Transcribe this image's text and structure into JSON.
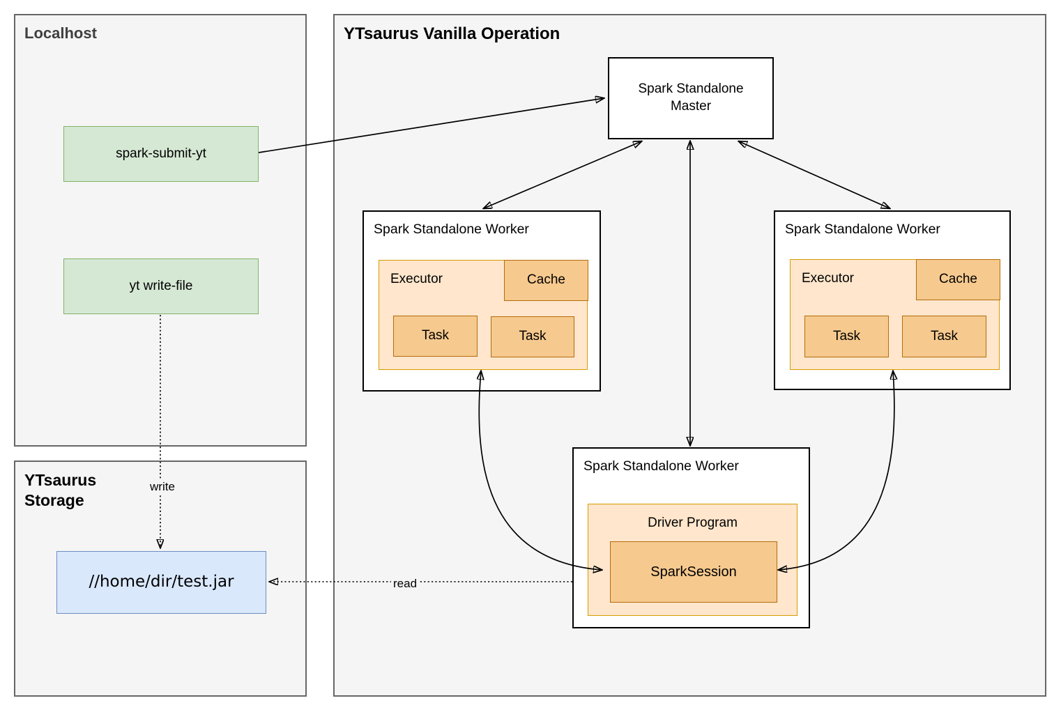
{
  "containers": {
    "localhost": {
      "title": "Localhost"
    },
    "storage": {
      "title": "YTsaurus Storage"
    },
    "operation": {
      "title": "YTsaurus Vanilla Operation"
    }
  },
  "localhost_nodes": {
    "spark_submit": {
      "label": "spark-submit-yt"
    },
    "yt_write_file": {
      "label": "yt write-file"
    }
  },
  "storage_nodes": {
    "jar": {
      "label": "//home/dir/test.jar"
    }
  },
  "operation_nodes": {
    "master": {
      "label": "Spark Standalone Master"
    },
    "worker_left": {
      "title": "Spark Standalone Worker",
      "executor": {
        "title": "Executor",
        "cache": "Cache",
        "tasks": [
          "Task",
          "Task"
        ]
      }
    },
    "worker_right": {
      "title": "Spark Standalone Worker",
      "executor": {
        "title": "Executor",
        "cache": "Cache",
        "tasks": [
          "Task",
          "Task"
        ]
      }
    },
    "worker_bottom": {
      "title": "Spark Standalone Worker",
      "driver": {
        "title": "Driver Program",
        "session": "SparkSession"
      }
    }
  },
  "edge_labels": {
    "write": "write",
    "read": "read"
  },
  "colors": {
    "container_fill": "#f5f5f5",
    "container_border": "#666666",
    "node_border": "#000000",
    "green_fill": "#d5e8d4",
    "green_border": "#82b366",
    "blue_fill": "#dae8fc",
    "blue_border": "#6c8ebf",
    "orange_light_fill": "#ffe6cc",
    "orange_light_border": "#d79b00",
    "orange_dark_fill": "#f6c98e",
    "orange_dark_border": "#b36c0c"
  }
}
